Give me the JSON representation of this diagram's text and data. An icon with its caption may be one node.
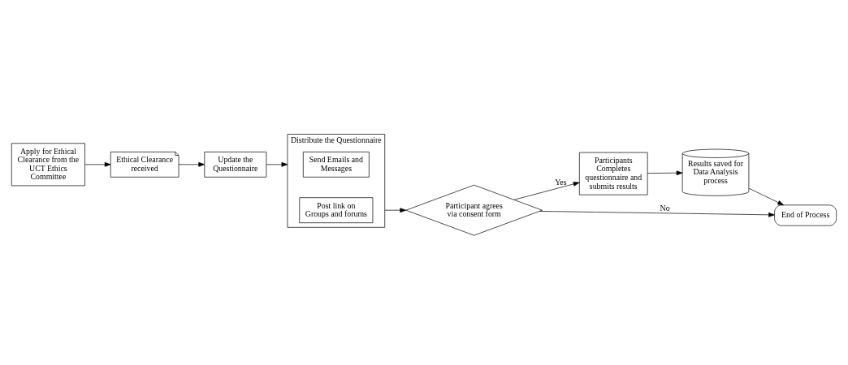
{
  "diagram": {
    "nodes": [
      {
        "text": [
          "Apply for Ethical Clearance from the UCT Ethics Committee"
        ]
      },
      {
        "text": [
          "Ethical Clearance received"
        ]
      },
      {
        "text": [
          "Update the Questionnaire"
        ]
      },
      {
        "text": [
          "Distribute the Questionnaire"
        ]
      },
      {
        "text": [
          "Send Emails and Messages"
        ],
        "in": 3
      },
      {
        "text": [
          "Post link on Groups and forums"
        ],
        "in": 3
      },
      {
        "text": [
          "Participant agrees via consent form"
        ]
      },
      {
        "text": [
          "Participants Completes questionnaire and submits results"
        ]
      },
      {
        "text": [
          "Results saved for Data Analysis process"
        ]
      },
      {
        "text": [
          "End of Process"
        ]
      }
    ],
    "edges": [
      {
        "from": 0,
        "to": 1,
        "arrow": "to"
      },
      {
        "from": 1,
        "to": 2,
        "arrow": "to"
      },
      {
        "from": 2,
        "to": 3,
        "arrow": "to"
      },
      {
        "from": 3,
        "to": 6,
        "arrow": "to"
      },
      {
        "from": 6,
        "to": 7,
        "label": "Yes",
        "arrow": "to"
      },
      {
        "from": 7,
        "to": 8,
        "arrow": "to"
      },
      {
        "from": 8,
        "to": 9,
        "arrow": "to"
      },
      {
        "from": 6,
        "to": 9,
        "label": "No",
        "arrow": "to"
      }
    ]
  }
}
